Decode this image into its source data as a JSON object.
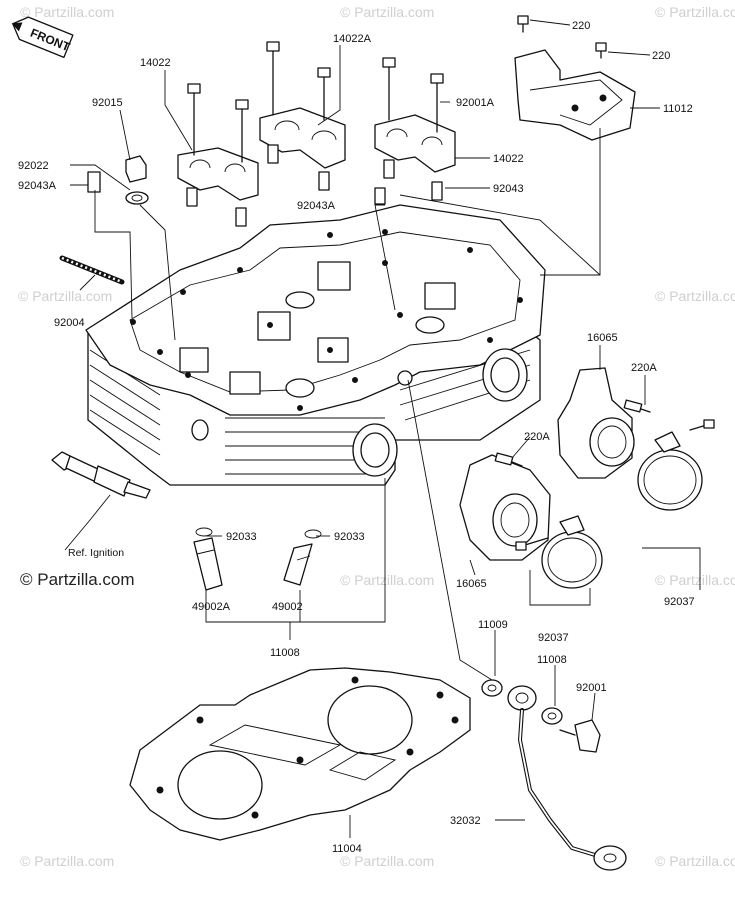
{
  "front_label": "FRONT",
  "watermark": {
    "small": "© Partzilla.com",
    "main": "© Partzilla.com"
  },
  "labels": {
    "p220_a": "220",
    "p220_b": "220",
    "p11012": "11012",
    "p14022_top": "14022",
    "p14022A": "14022A",
    "p92015": "92015",
    "p92001A": "92001A",
    "p92022": "92022",
    "p92043A_left": "92043A",
    "p14022_right": "14022",
    "p92043A_mid": "92043A",
    "p92043": "92043",
    "p92004": "92004",
    "p16065_top": "16065",
    "p220A_right": "220A",
    "p220A_mid": "220A",
    "ref_ignition": "Ref. Ignition",
    "p92033_left": "92033",
    "p92033_right": "92033",
    "p49002A": "49002A",
    "p49002": "49002",
    "p11008_left": "11008",
    "p16065_bottom": "16065",
    "p92037_right": "92037",
    "p11009": "11009",
    "p92037_mid": "92037",
    "p11008_right": "11008",
    "p92001": "92001",
    "p32032": "32032",
    "p11004": "11004"
  }
}
